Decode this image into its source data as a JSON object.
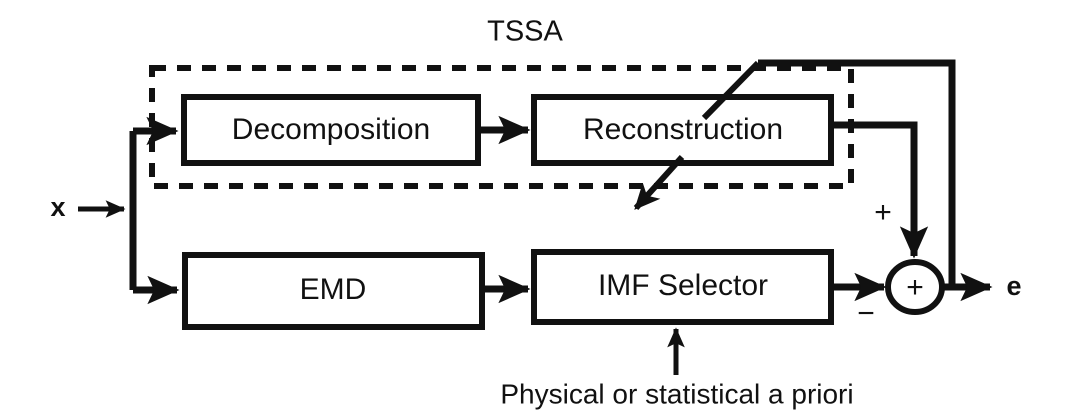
{
  "diagram": {
    "title": "TSSA",
    "group_label": "TSSA",
    "blocks": [
      {
        "id": "decomposition",
        "label": "Decomposition"
      },
      {
        "id": "reconstruction",
        "label": "Reconstruction"
      },
      {
        "id": "emd",
        "label": "EMD"
      },
      {
        "id": "imf_selector",
        "label": "IMF Selector"
      }
    ],
    "signals": {
      "input_label": "x",
      "output_label": "e",
      "plus_sign": "+",
      "minus_sign": "−",
      "sum_operator": "+"
    },
    "annotations": {
      "prior_note": "Physical or statistical a priori"
    },
    "colors": {
      "stroke": "#111111",
      "background": "#ffffff",
      "fill": "#ffffff"
    }
  }
}
